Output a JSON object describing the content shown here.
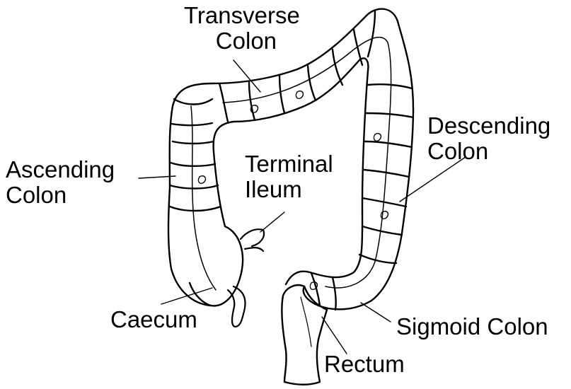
{
  "labels": {
    "transverse": [
      "Transverse",
      "Colon"
    ],
    "descending": [
      "Descending",
      "Colon"
    ],
    "ascending": [
      "Ascending",
      "Colon"
    ],
    "terminal": [
      "Terminal",
      "Ileum"
    ],
    "caecum": "Caecum",
    "sigmoid": "Sigmoid Colon",
    "rectum": "Rectum"
  },
  "colors": {
    "ink": "#000000",
    "background": "#ffffff"
  }
}
